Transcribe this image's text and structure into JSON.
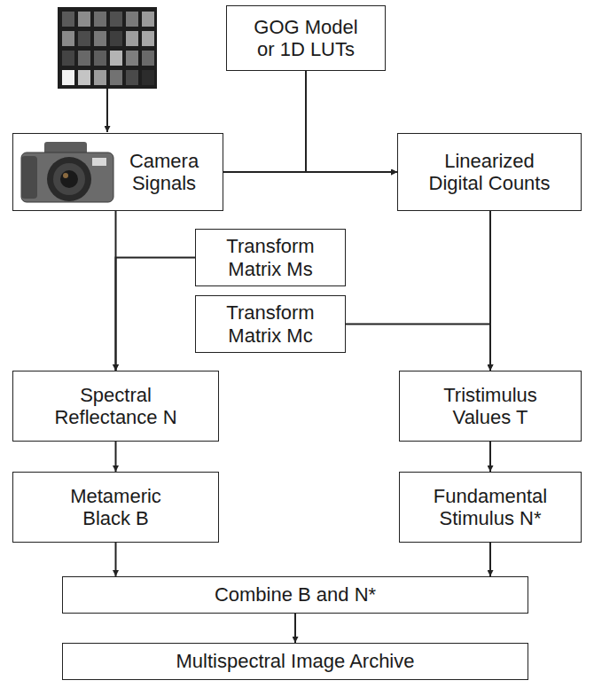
{
  "diagram": {
    "nodes": [
      {
        "text": [
          "Camera Signals"
        ]
      },
      {
        "text": [
          "GOG Model or 1D LUTs"
        ]
      },
      {
        "text": [
          "Linearized Digital Counts"
        ]
      },
      {
        "text": [
          "Transform Matrix Ms"
        ]
      },
      {
        "text": [
          "Transform Matrix Mc"
        ]
      },
      {
        "text": [
          "Spectral Reflectance N"
        ]
      },
      {
        "text": [
          "Tristimulus Values T"
        ]
      },
      {
        "text": [
          "Metameric Black B"
        ]
      },
      {
        "text": [
          "Fundamental Stimulus N*"
        ]
      },
      {
        "text": [
          "Combine B and N*"
        ]
      },
      {
        "text": [
          "Multispectral Image Archive"
        ]
      }
    ],
    "edges": [
      {
        "from": 0,
        "to": 2,
        "arrow": "to"
      },
      {
        "from": 1,
        "to": 2,
        "arrow": "to"
      },
      {
        "from": 0,
        "to": 5,
        "arrow": "to"
      },
      {
        "from": 3,
        "to": 5,
        "arrow": "to"
      },
      {
        "from": 2,
        "to": 6,
        "arrow": "to"
      },
      {
        "from": 4,
        "to": 6,
        "arrow": "to"
      },
      {
        "from": 5,
        "to": 7,
        "arrow": "to"
      },
      {
        "from": 6,
        "to": 8,
        "arrow": "to"
      },
      {
        "from": 7,
        "to": 9,
        "arrow": "to"
      },
      {
        "from": 8,
        "to": 9,
        "arrow": "to"
      },
      {
        "from": 9,
        "to": 10,
        "arrow": "to"
      }
    ]
  }
}
